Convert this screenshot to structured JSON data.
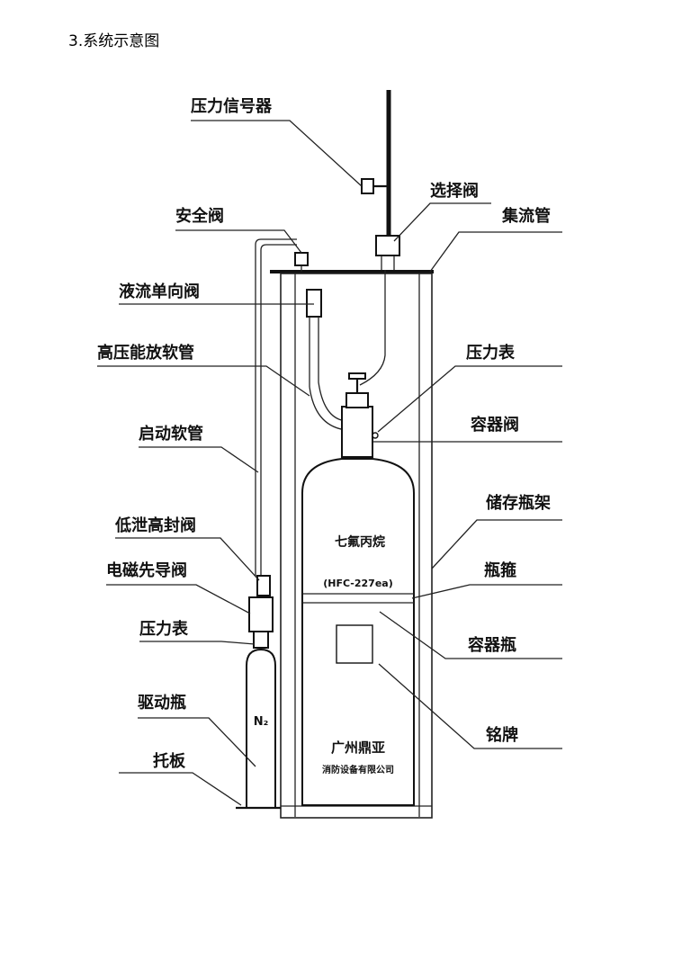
{
  "heading": "3.系统示意图",
  "labels": {
    "pressure_signaler": "压力信号器",
    "selector_valve": "选择阀",
    "safety_valve": "安全阀",
    "manifold": "集流管",
    "liquid_check_valve": "液流单向阀",
    "high_pressure_hose": "高压能放软管",
    "pressure_gauge_main": "压力表",
    "container_valve": "容器阀",
    "start_hose": "启动软管",
    "storage_rack": "储存瓶架",
    "low_pressure_seal_valve": "低泄高封阀",
    "bottle_hoop": "瓶箍",
    "solenoid_pilot_valve": "电磁先导阀",
    "container_bottle": "容器瓶",
    "pressure_gauge_driver": "压力表",
    "driver_bottle": "驱动瓶",
    "nameplate": "铭牌",
    "tray": "托板"
  },
  "tank": {
    "agent_name": "七氟丙烷",
    "agent_code": "(HFC-227ea)",
    "maker_name": "广州鼎亚",
    "maker_company": "消防设备有限公司"
  },
  "driver": {
    "gas": "N₂"
  }
}
